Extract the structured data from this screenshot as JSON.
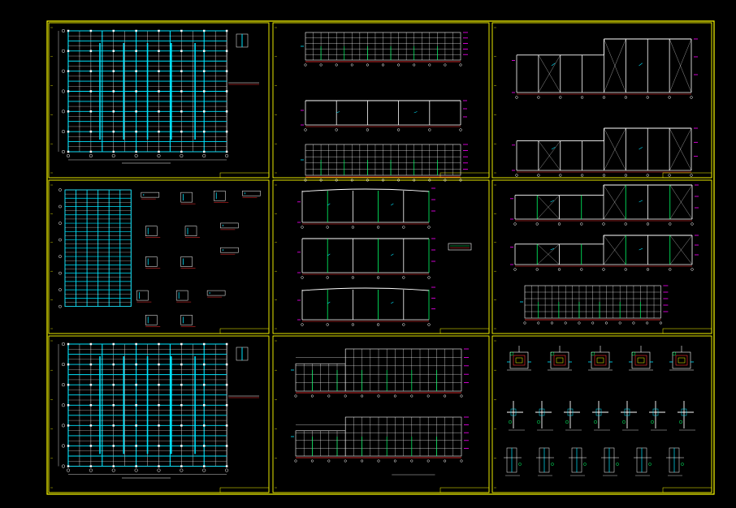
{
  "colors": {
    "background": "#000000",
    "border": "#ffff00",
    "structure": "#ffffff",
    "member": "#00e5ff",
    "dimension": "#ff3030",
    "accent": "#00ff66",
    "tag": "#ff00ff",
    "note": "#ffff00"
  },
  "sheets": [
    {
      "id": "s1",
      "kind": "plan"
    },
    {
      "id": "s2",
      "kind": "elevation-stack"
    },
    {
      "id": "s3",
      "kind": "frame-pair"
    },
    {
      "id": "s4",
      "kind": "plan-details"
    },
    {
      "id": "s5",
      "kind": "section-stack"
    },
    {
      "id": "s6",
      "kind": "frame-pair-elevation"
    },
    {
      "id": "s7",
      "kind": "plan"
    },
    {
      "id": "s8",
      "kind": "elevation-pair"
    },
    {
      "id": "s9",
      "kind": "connection-details"
    }
  ]
}
